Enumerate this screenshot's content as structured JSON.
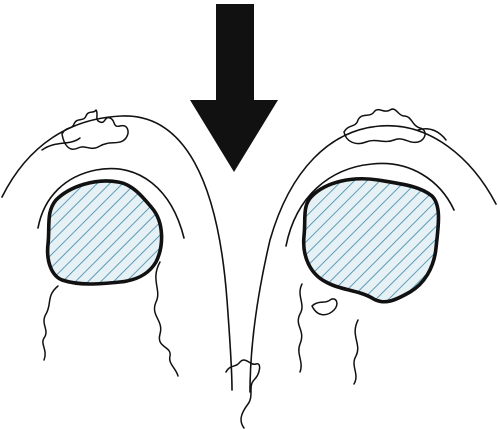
{
  "diagram": {
    "colors": {
      "background": "#ffffff",
      "line": "#111111",
      "hatch_fill": "#e6f1f6",
      "hatch_stroke": "#3d86a8",
      "arrow": "#111111"
    },
    "parts": {
      "arrow": {
        "direction": "down",
        "icon": "down-arrow-icon"
      },
      "left_region": {
        "pattern": "diagonal-hatch"
      },
      "right_region": {
        "pattern": "diagonal-hatch"
      }
    }
  }
}
